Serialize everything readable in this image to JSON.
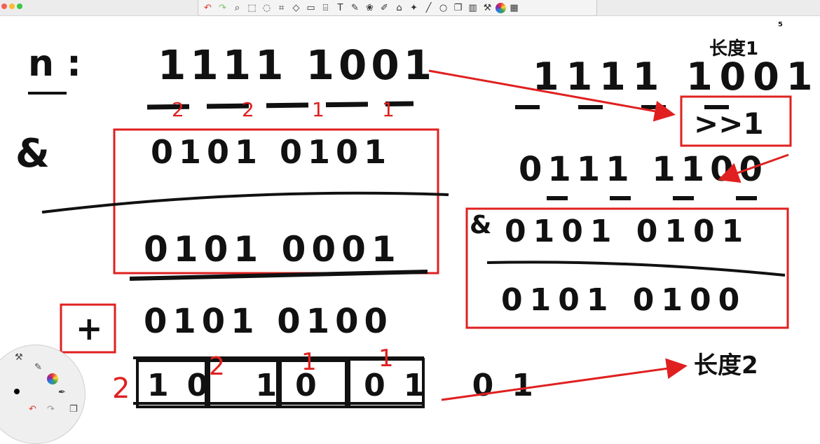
{
  "window": {
    "traffic_lights": [
      "close",
      "minimize",
      "maximize"
    ]
  },
  "toolbar": {
    "tools": [
      {
        "name": "undo-icon",
        "glyph": "↶"
      },
      {
        "name": "redo-icon",
        "glyph": "↷"
      },
      {
        "name": "zoom-icon",
        "glyph": "⌕"
      },
      {
        "name": "rect-select-icon",
        "glyph": "⬚"
      },
      {
        "name": "lasso-icon",
        "glyph": "◌"
      },
      {
        "name": "crop-icon",
        "glyph": "⌗"
      },
      {
        "name": "shapes-icon",
        "glyph": "◇"
      },
      {
        "name": "border-icon",
        "glyph": "▭"
      },
      {
        "name": "cylinder-icon",
        "glyph": "⌸"
      },
      {
        "name": "text-icon",
        "glyph": "T"
      },
      {
        "name": "pencil-icon",
        "glyph": "✎"
      },
      {
        "name": "stamp-icon",
        "glyph": "❀"
      },
      {
        "name": "brush-icon",
        "glyph": "✐"
      },
      {
        "name": "home-icon",
        "glyph": "⌂"
      },
      {
        "name": "butterfly-icon",
        "glyph": "✦"
      },
      {
        "name": "line-icon",
        "glyph": "╱"
      },
      {
        "name": "circle-icon",
        "glyph": "○"
      },
      {
        "name": "layers-icon",
        "glyph": "❐"
      },
      {
        "name": "clipboard-icon",
        "glyph": "▥"
      },
      {
        "name": "tools-icon",
        "glyph": "⚒"
      },
      {
        "name": "color-wheel-icon",
        "glyph": ""
      },
      {
        "name": "grid-icon",
        "glyph": "▦"
      }
    ]
  },
  "whiteboard": {
    "n_label": "n :",
    "n_bits": "1111 1001",
    "and_symbol": "&",
    "mask_bits": "0101 0101",
    "and_result": "0101 0001",
    "plus_symbol": "+",
    "shifted_and": "0101 0100",
    "sum_bits": "10 10 01 01",
    "counts_top": [
      "2",
      "2",
      "1",
      "1"
    ],
    "counts_bottom": [
      "2",
      "2",
      "1",
      "1"
    ],
    "right_n_bits": "1111 1001",
    "shift_label": ">>1",
    "shifted_bits": "0111 1100",
    "right_mask": "0101 0101",
    "right_result": "0101 0100",
    "top_right_note": "长度1",
    "bottom_right_note": "长度2",
    "corner_mark": "⁵"
  }
}
